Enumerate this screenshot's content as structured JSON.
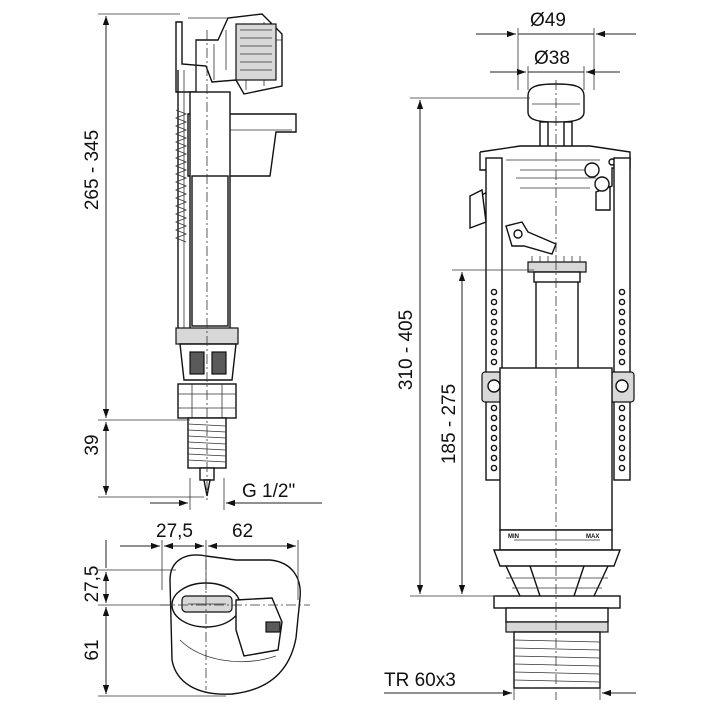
{
  "dimensions": {
    "inlet_height": "265 - 345",
    "thread_length": "39",
    "thread": "G 1/2\"",
    "offset_width": "27,5",
    "total_width": "62",
    "offset_depth": "27,5",
    "depth": "61",
    "flush_height": "310 - 405",
    "overflow_height": "185 - 275",
    "outer_button_diameter": "Ø49",
    "inner_button_diameter": "Ø38",
    "outlet_thread": "TR 60x3"
  },
  "scale_labels": {
    "min": "MIN",
    "max": "MAX"
  }
}
